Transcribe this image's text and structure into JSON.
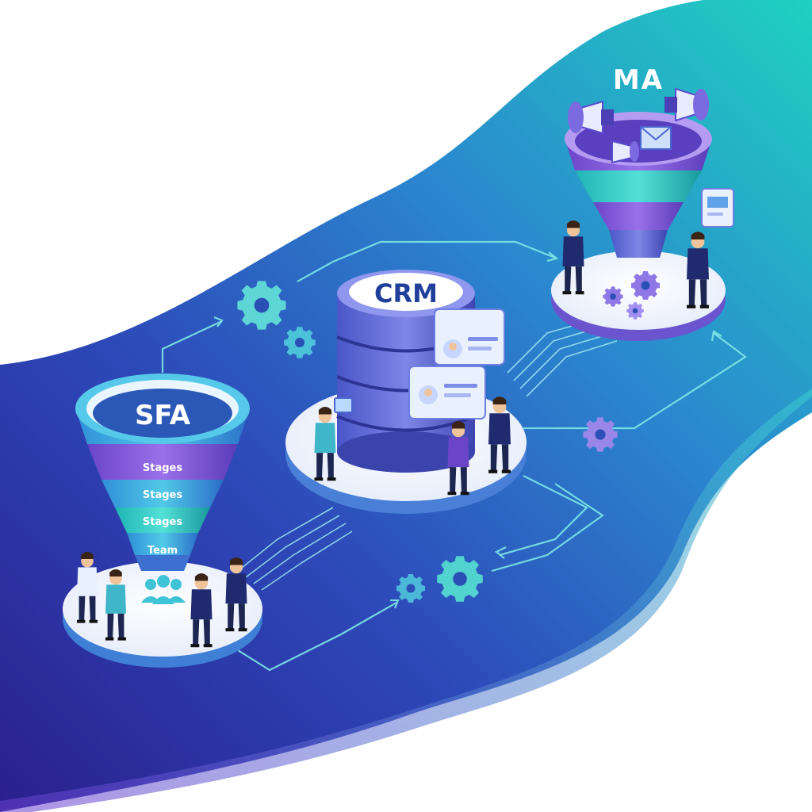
{
  "nodes": {
    "sfa": {
      "title": "SFA",
      "stages": [
        "Stages",
        "Stages",
        "Stages",
        "Team"
      ]
    },
    "crm": {
      "title": "CRM"
    },
    "ma": {
      "title": "MA"
    }
  },
  "colors": {
    "band_dark": "#2a2f9c",
    "band_mid": "#2f6fd6",
    "band_teal": "#1cc6c2",
    "purple": "#7c4fd8",
    "navy": "#1f2b6e",
    "platform": "#f4f7ff"
  },
  "icons": [
    "gear-icon",
    "megaphone-icon",
    "envelope-icon",
    "team-icon",
    "profile-card-icon",
    "chart-card-icon"
  ]
}
